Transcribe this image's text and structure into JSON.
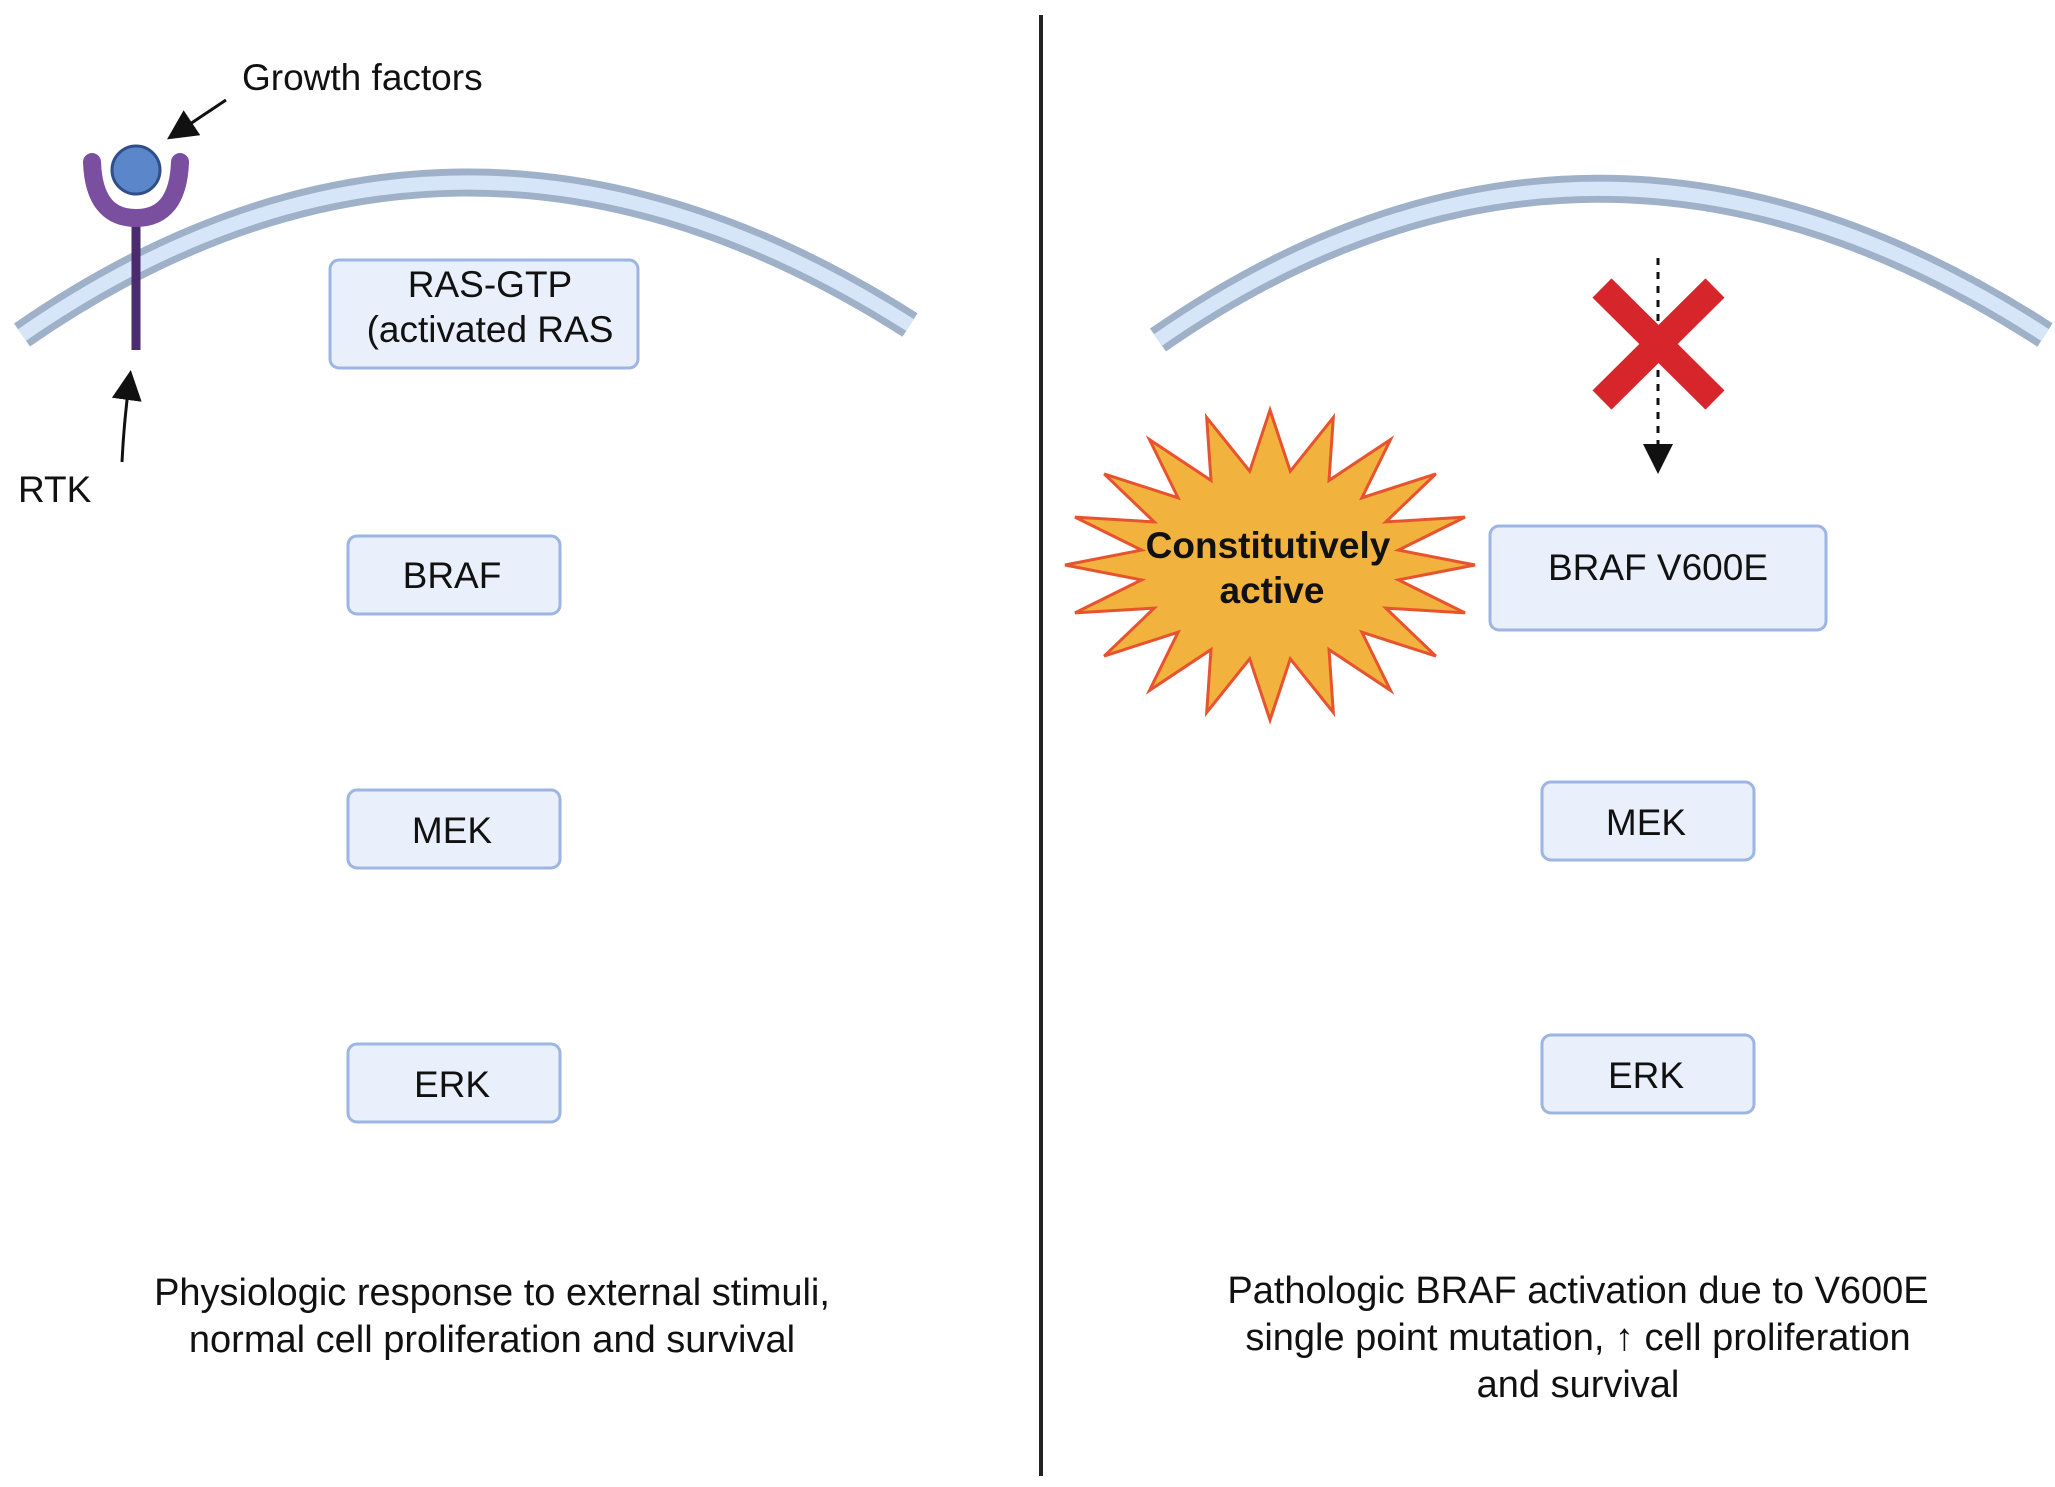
{
  "left_panel": {
    "growth_factors_label": "Growth factors",
    "rtk_label": "RTK",
    "ras_line1": "RAS-GTP",
    "ras_line2": "(activated RAS",
    "braf_label": "BRAF",
    "mek_label": "MEK",
    "erk_label": "ERK",
    "caption_line1": "Physiologic response to external stimuli,",
    "caption_line2": "normal cell proliferation and survival"
  },
  "right_panel": {
    "burst_line1": "Constitutively",
    "burst_line2": "active",
    "braf_label": "BRAF V600E",
    "mek_label": "MEK",
    "erk_label": "ERK",
    "caption_line1": "Pathologic BRAF activation due to V600E",
    "caption_line2": "single point mutation, ↑ cell proliferation",
    "caption_line3": "and survival"
  },
  "colors": {
    "box_fill": "#e9f0fb",
    "box_stroke": "#9db5e2",
    "membrane_outer": "#9fb1c8",
    "membrane_inner": "#d6e5f7",
    "receptor": "#7b4fa0",
    "ligand": "#5b86c9",
    "block_cross": "#d7262b",
    "burst_fill": "#f2b23e",
    "burst_stroke": "#e8532f"
  }
}
